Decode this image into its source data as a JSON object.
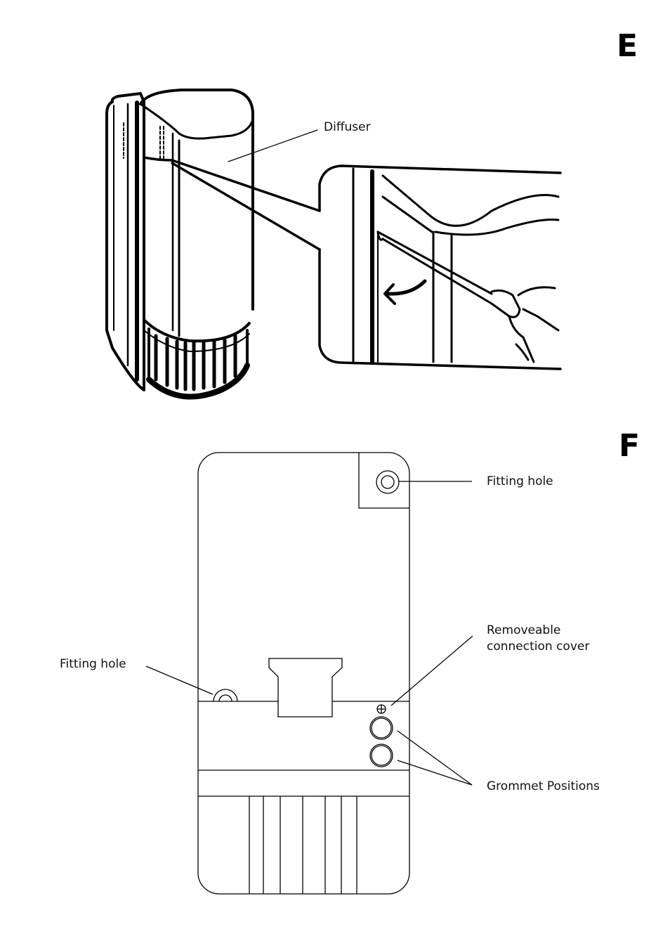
{
  "sections": {
    "e": {
      "letter": "E",
      "labels": {
        "diffuser": "Diffuser"
      },
      "illustration": "heater unit with diffuser being removed using a screwdriver (detail inset with arrow)"
    },
    "f": {
      "letter": "F",
      "labels": {
        "fitting_hole_top": "Fitting hole",
        "fitting_hole_left": "Fitting hole",
        "connection_cover_line1": "Removeable",
        "connection_cover_line2": "connection cover",
        "grommet_positions": "Grommet Positions"
      },
      "illustration": "rear view of wall-mounted unit showing fitting holes, removable connection cover and grommet positions"
    }
  },
  "colors": {
    "ink": "#000000",
    "paper": "#ffffff"
  }
}
